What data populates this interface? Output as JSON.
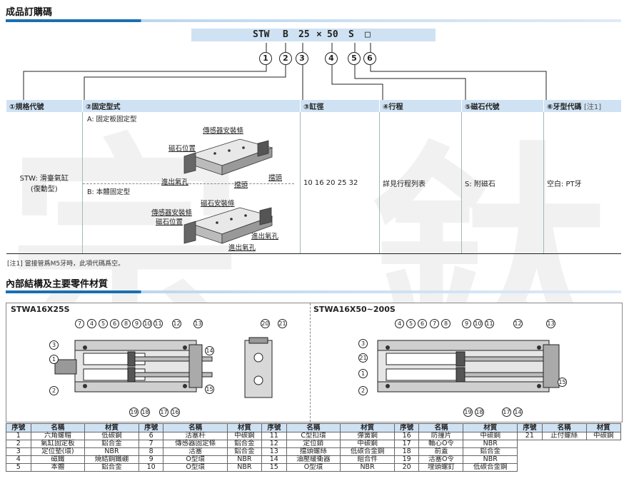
{
  "section1": {
    "title": "成品訂購碼"
  },
  "order_code": {
    "prefix": "STW",
    "fixing": "B",
    "bore": "25",
    "times": "×",
    "stroke": "50",
    "magnet": "S",
    "thread": "□"
  },
  "callouts": [
    "1",
    "2",
    "3",
    "4",
    "5",
    "6"
  ],
  "order_table": {
    "headers": [
      "①規格代號",
      "②固定型式",
      "③缸徑",
      "④行程",
      "⑤磁石代號",
      "⑥牙型代碼"
    ],
    "note_ref": "[注1]",
    "spec": "STW: 滑臺氣缸",
    "spec2": "(復動型)",
    "type_a": "A: 固定板固定型",
    "type_b": "B: 本體固定型",
    "a_labels": {
      "sensor_rail": "傳感器安裝條",
      "magnet_pos": "磁石位置",
      "stopper": "擋頭",
      "port": "進出氣孔",
      "stopper2": "擋頭"
    },
    "b_labels": {
      "magnet_rail": "磁石安裝條",
      "sensor_rail": "傳感器安裝條",
      "magnet_pos": "磁石位置",
      "port1": "進出氣孔",
      "port2": "進出氣孔"
    },
    "bore": "10 16 20 25 32",
    "stroke": "詳見行程列表",
    "magnet": "S: 附磁石",
    "thread": "空白: PT牙"
  },
  "note1": "[注1] 當接管爲M5牙時，此項代碼爲空。",
  "section2": {
    "title": "內部結構及主要零件材質"
  },
  "diagram": {
    "left_title": "STWA16X25S",
    "right_title": "STWA16X50~200S",
    "left_top": [
      "7",
      "4",
      "5",
      "6",
      "8",
      "9",
      "10",
      "11",
      "12",
      "13"
    ],
    "left_side": [
      "3",
      "1",
      "2"
    ],
    "left_right": [
      "14",
      "15"
    ],
    "left_bottom": [
      "19",
      "18",
      "17",
      "16"
    ],
    "left_end": [
      "20",
      "21"
    ],
    "right_top": [
      "4",
      "5",
      "6",
      "7",
      "8",
      "9",
      "10",
      "11",
      "12",
      "13"
    ],
    "right_side": [
      "3",
      "21",
      "1",
      "2"
    ],
    "right_right": [
      "15"
    ],
    "right_bottom": [
      "19",
      "18",
      "17",
      "14"
    ]
  },
  "parts_table": {
    "headers": [
      "序號",
      "名稱",
      "材質"
    ],
    "rows": [
      [
        [
          "1",
          "六角螺帽",
          "低碳鋼"
        ],
        [
          "6",
          "活塞杆",
          "中碳鋼"
        ],
        [
          "11",
          "C型扣環",
          "彈簧鋼"
        ],
        [
          "16",
          "防撞片",
          "中碳鋼"
        ],
        [
          "21",
          "止付螺絲",
          "中碳鋼"
        ]
      ],
      [
        [
          "2",
          "氣缸固定板",
          "鋁合金"
        ],
        [
          "7",
          "傳感器固定條",
          "鋁合金"
        ],
        [
          "12",
          "定位銷",
          "中碳鋼"
        ],
        [
          "17",
          "軸心O令",
          "NBR"
        ],
        [
          "",
          "",
          ""
        ]
      ],
      [
        [
          "3",
          "定位墊(環)",
          "NBR"
        ],
        [
          "8",
          "活塞",
          "鋁合金"
        ],
        [
          "13",
          "擋頭螺絲",
          "低碳合金鋼"
        ],
        [
          "18",
          "前蓋",
          "鋁合金"
        ],
        [
          "",
          "",
          ""
        ]
      ],
      [
        [
          "4",
          "磁鐵",
          "燒結鋼鐵硼"
        ],
        [
          "9",
          "O型環",
          "NBR"
        ],
        [
          "14",
          "油壓緩衝器",
          "組合件"
        ],
        [
          "19",
          "活塞O令",
          "NBR"
        ],
        [
          "",
          "",
          ""
        ]
      ],
      [
        [
          "5",
          "本體",
          "鋁合金"
        ],
        [
          "10",
          "O型環",
          "NBR"
        ],
        [
          "15",
          "O型環",
          "NBR"
        ],
        [
          "20",
          "埋頭螺釘",
          "低碳合金鋼"
        ],
        [
          "",
          "",
          ""
        ]
      ]
    ]
  }
}
